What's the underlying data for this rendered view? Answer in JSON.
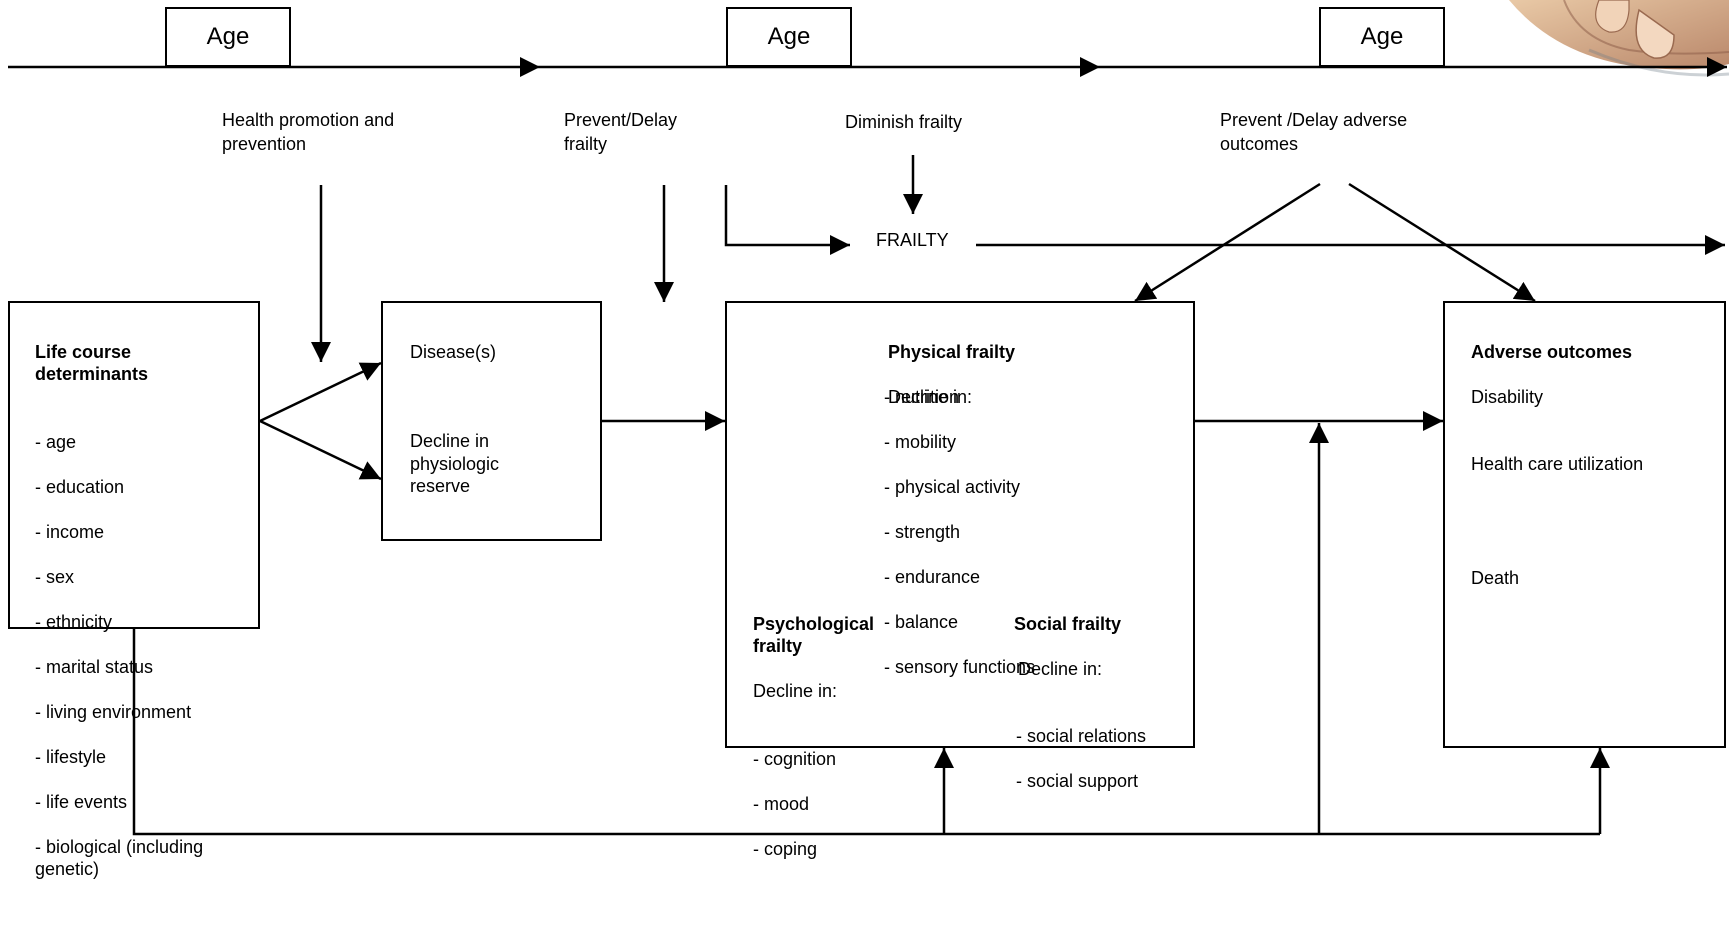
{
  "timeline": {
    "age_labels": [
      "Age",
      "Age",
      "Age"
    ]
  },
  "interventions": {
    "health_promotion": "Health promotion and\nprevention",
    "prevent_delay_frailty": "Prevent/Delay\nfrailty",
    "diminish_frailty": "Diminish frailty",
    "prevent_adverse": "Prevent /Delay adverse\noutcomes",
    "frailty_label": "FRAILTY"
  },
  "life_course": {
    "title": "Life course\ndeterminants",
    "items": [
      "- age",
      "- education",
      "- income",
      "- sex",
      "- ethnicity",
      "- marital status",
      "- living environment",
      "- lifestyle",
      "- life events",
      "- biological (including\n  genetic)"
    ]
  },
  "disease": {
    "line1": "Disease(s)",
    "line2": "Decline in\nphysiologic\nreserve"
  },
  "physical": {
    "title": "Physical frailty",
    "subtitle": "Decline in:",
    "items": [
      "- nutrition",
      "- mobility",
      "- physical activity",
      "- strength",
      "- endurance",
      "- balance",
      "- sensory functions"
    ]
  },
  "psychological": {
    "title": "Psychological\nfrailty",
    "subtitle": "Decline in:",
    "items": [
      "- cognition",
      "- mood",
      "- coping"
    ]
  },
  "social": {
    "title": "Social frailty",
    "subtitle": "Decline in:",
    "items": [
      "- social relations",
      "- social support"
    ]
  },
  "adverse": {
    "title": "Adverse outcomes",
    "disability": "Disability",
    "health_care": "Health care utilization",
    "death": "Death"
  }
}
